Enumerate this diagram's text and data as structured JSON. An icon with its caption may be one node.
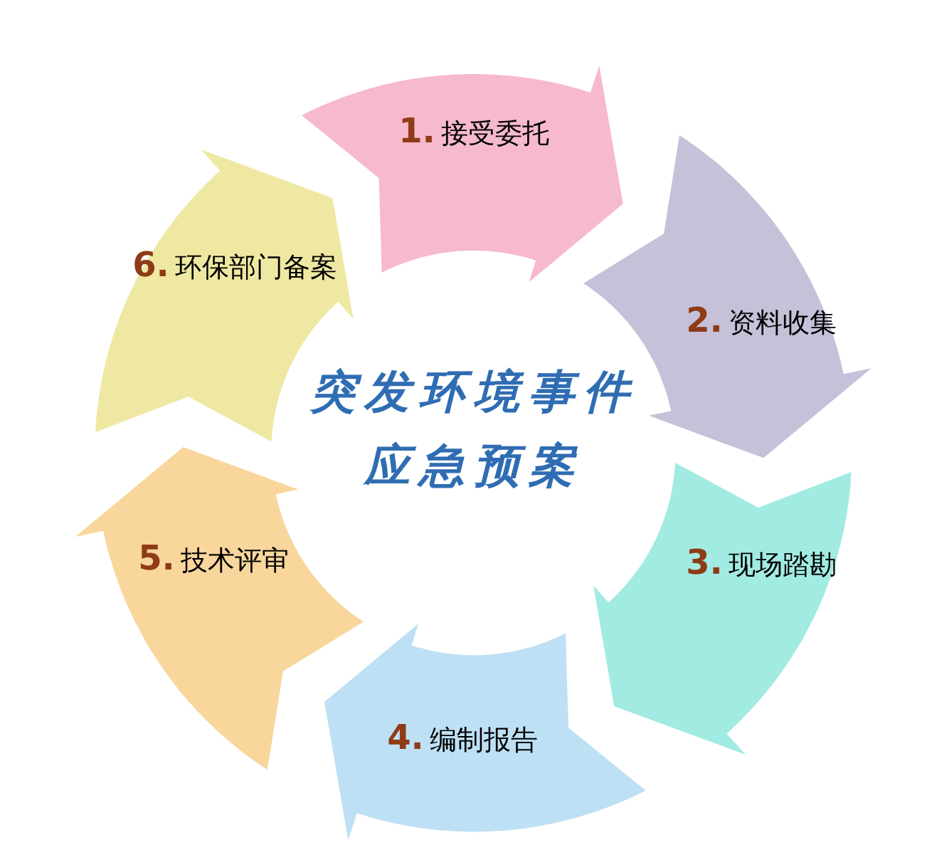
{
  "diagram": {
    "nodes": [
      {
        "text": [
          "突发环境事件",
          "应急预案"
        ]
      },
      {
        "text": [
          "1.",
          "接受委托"
        ]
      },
      {
        "text": [
          "2.",
          "资料收集"
        ]
      },
      {
        "text": [
          "3.",
          "现场踏勘"
        ]
      },
      {
        "text": [
          "4.",
          "编制报告"
        ]
      },
      {
        "text": [
          "5.",
          "技术评审"
        ]
      },
      {
        "text": [
          "6.",
          "环保部门备案"
        ]
      }
    ]
  }
}
